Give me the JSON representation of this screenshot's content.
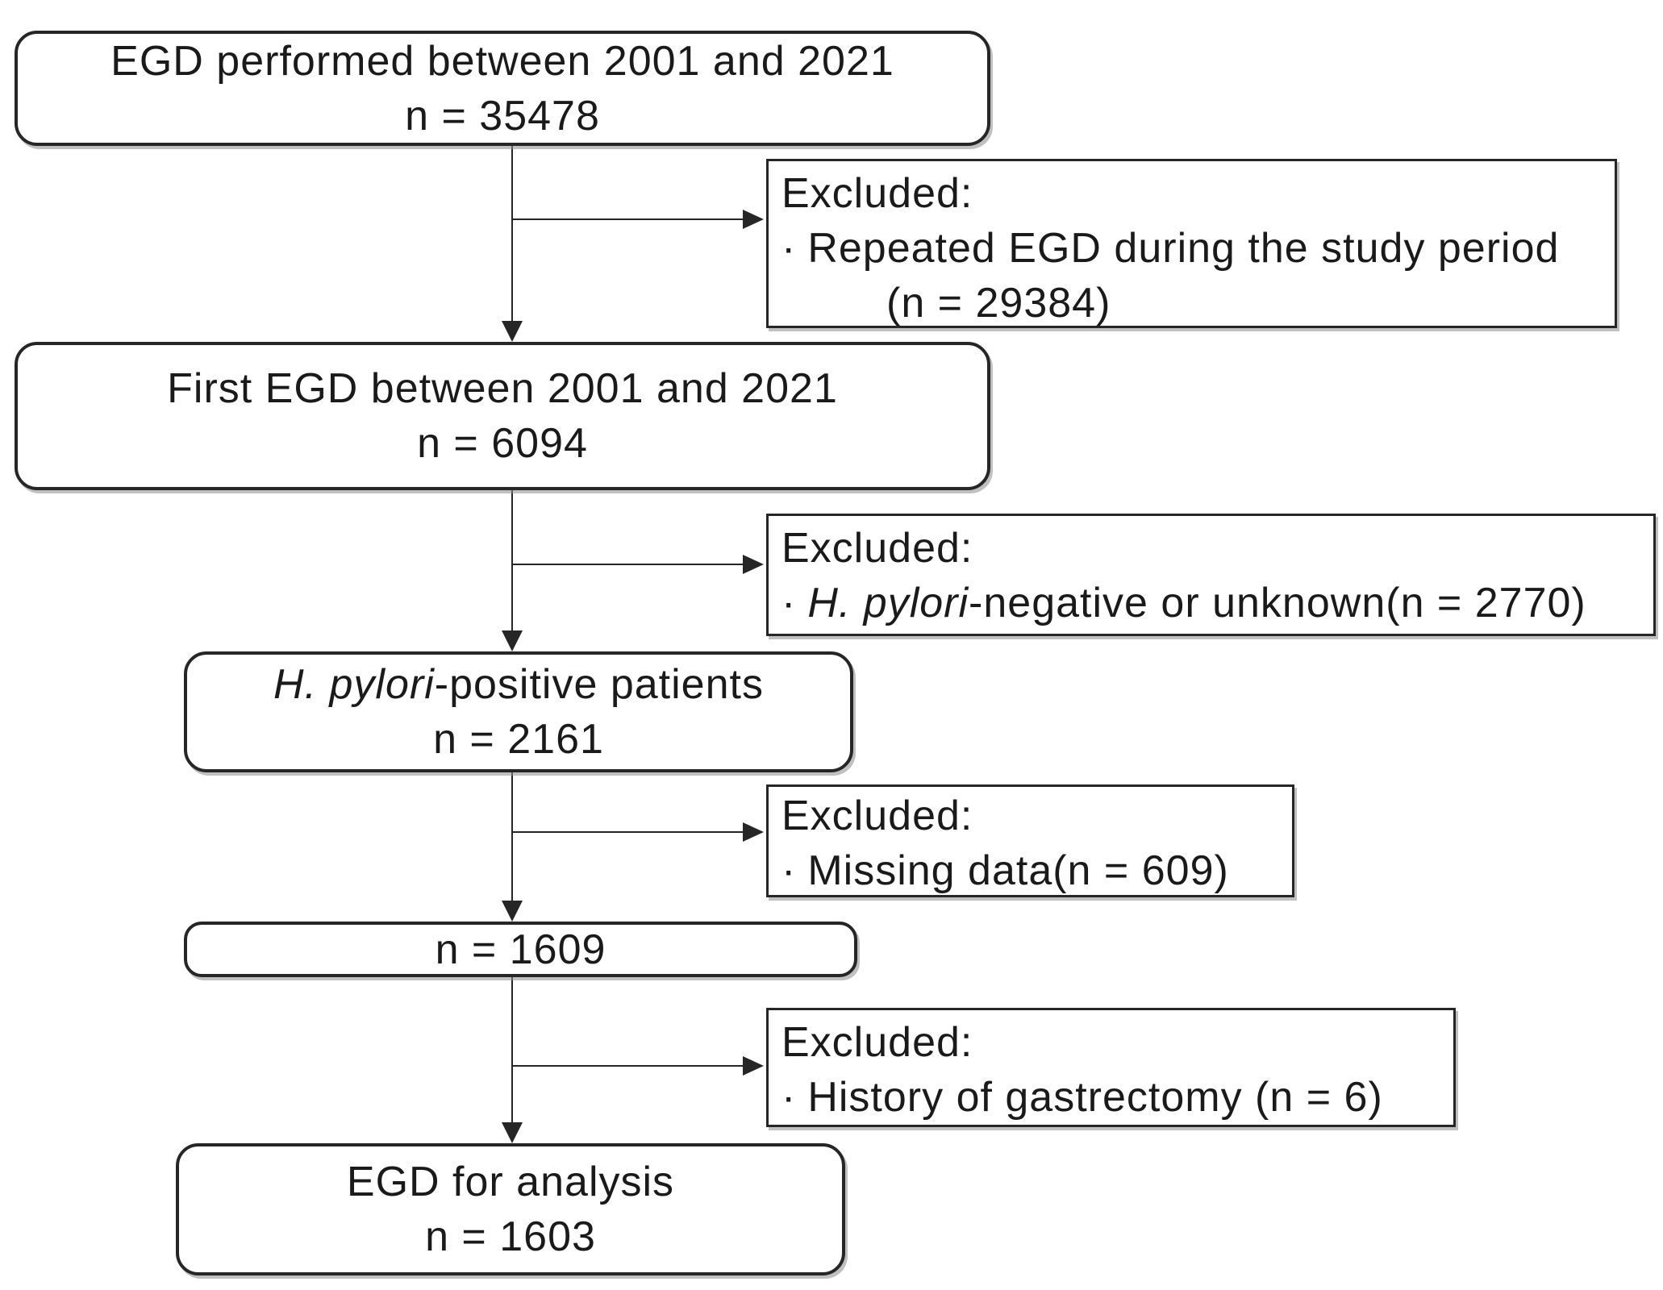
{
  "figure": {
    "background": "#ffffff",
    "line_color": "#262626",
    "text_color": "#1a1a1a",
    "shadow_color": "#8c8c8c",
    "nodes": {
      "egd_performed": {
        "title": "EGD performed between 2001 and 2021",
        "count": "n = 35478"
      },
      "first_egd": {
        "title": "First EGD between 2001 and 2021",
        "count": "n = 6094"
      },
      "hp_positive": {
        "title_italic": "H. pylori",
        "title_rest": "-positive patients",
        "count": "n = 2161"
      },
      "after_missing": {
        "count": "n = 1609"
      },
      "egd_analysis": {
        "title": "EGD for analysis",
        "count": "n = 1603"
      }
    },
    "exclusions": {
      "repeated_egd": {
        "heading": "Excluded:",
        "bullet": "·",
        "text": "Repeated EGD during the study period",
        "text_cont": "(n = 29384)"
      },
      "hp_negative": {
        "heading": "Excluded:",
        "bullet": "·",
        "text_italic": "H. pylori",
        "text_rest": "-negative or unknown(n = 2770)"
      },
      "missing_data": {
        "heading": "Excluded:",
        "bullet": "·",
        "text": "Missing data(n = 609)"
      },
      "gastrectomy": {
        "heading": "Excluded:",
        "bullet": "·",
        "text": "History of gastrectomy (n = 6)"
      }
    }
  }
}
